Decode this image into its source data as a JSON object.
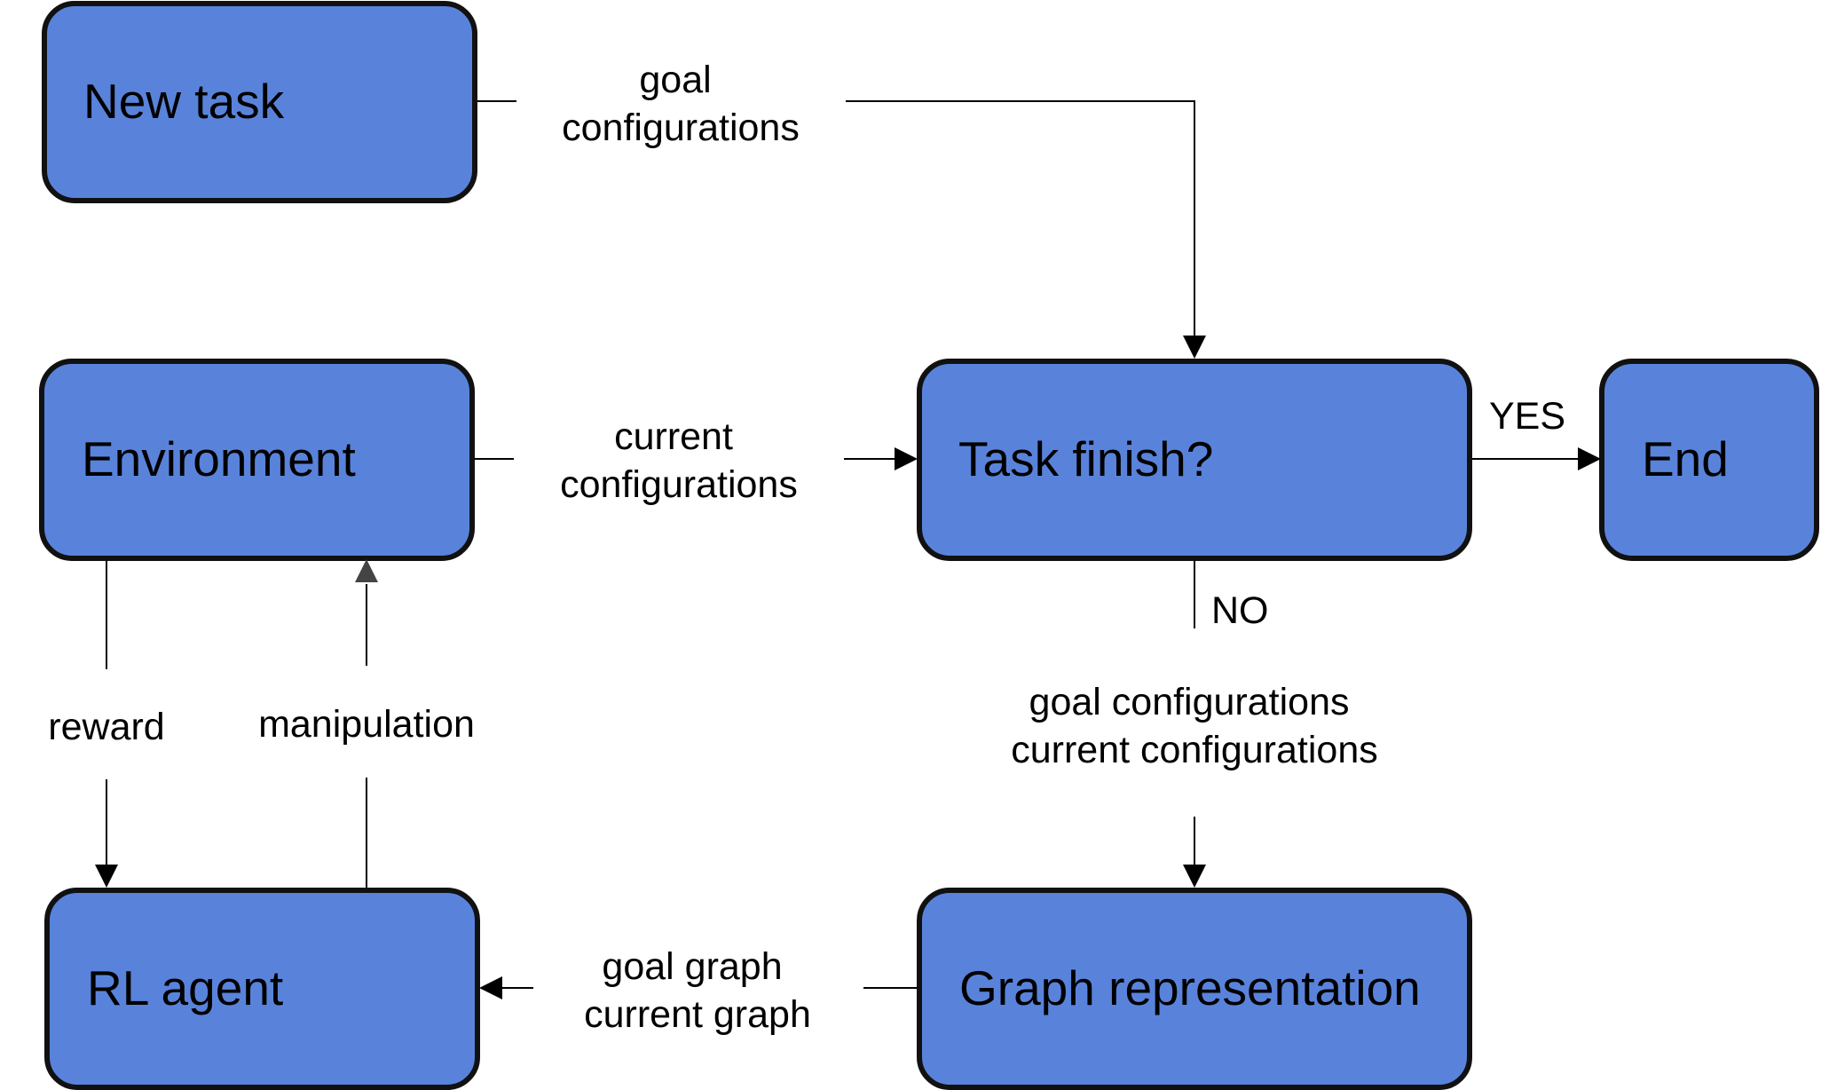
{
  "diagram": {
    "colors": {
      "node_fill": "#5983DB",
      "node_stroke": "#111111",
      "edge": "#000000",
      "manipulation_arrow": "#444444"
    },
    "nodes": {
      "new_task": "New task",
      "environment": "Environment",
      "task_finish": "Task finish?",
      "end": "End",
      "rl_agent": "RL agent",
      "graph_representation": "Graph representation"
    },
    "edges": {
      "goal_config": [
        "goal",
        "configurations"
      ],
      "current_config": [
        "current",
        "configurations"
      ],
      "yes": "YES",
      "no": "NO",
      "goal_current_config": [
        "goal configurations",
        "current configurations"
      ],
      "goal_current_graph": [
        "goal graph",
        "current graph"
      ],
      "reward": "reward",
      "manipulation": "manipulation"
    }
  }
}
